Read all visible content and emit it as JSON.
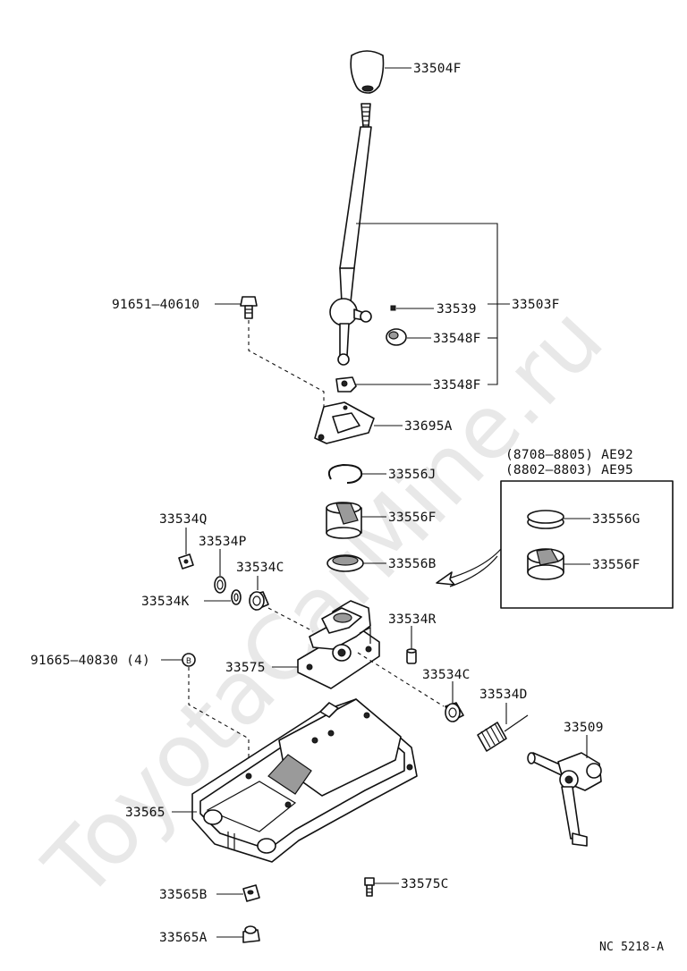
{
  "watermark": "ToyotaCarMine.ru",
  "diagram_code": "NC  5218-A",
  "callout": {
    "line1": "(8708–8805) AE92",
    "line2": "(8802–8803) AE95"
  },
  "parts": {
    "p33504F": "33504F",
    "p91651": "91651–40610",
    "p33539": "33539",
    "p33503F": "33503F",
    "p33548F_a": "33548F",
    "p33548F_b": "33548F",
    "p33695A": "33695A",
    "p33556J": "33556J",
    "p33556F": "33556F",
    "p33556B": "33556B",
    "p33534Q": "33534Q",
    "p33534P": "33534P",
    "p33534C_a": "33534C",
    "p33534K": "33534K",
    "p33534R": "33534R",
    "p91665": "91665–40830 (4)",
    "p33575": "33575",
    "p33534C_b": "33534C",
    "p33534D": "33534D",
    "p33509": "33509",
    "p33565": "33565",
    "p33565B": "33565B",
    "p33575C": "33575C",
    "p33565A": "33565A",
    "p33556G_box": "33556G",
    "p33556F_box": "33556F"
  },
  "badge_letter": "B"
}
